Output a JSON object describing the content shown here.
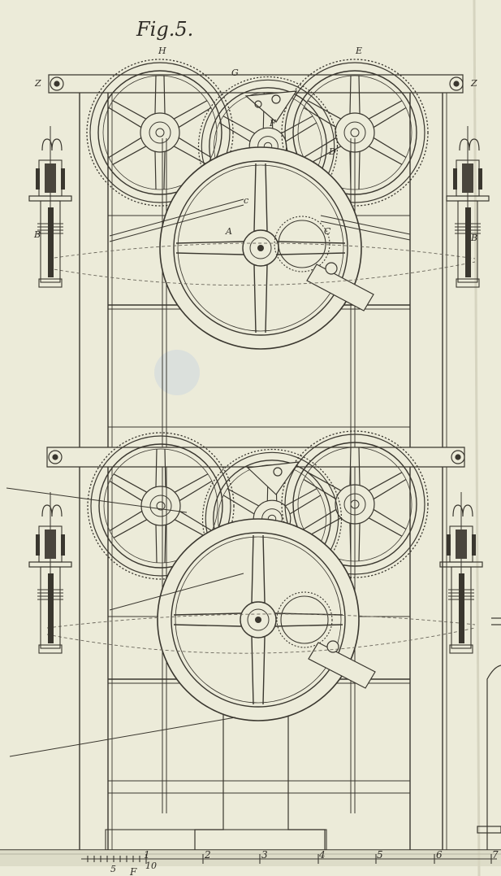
{
  "figure": {
    "title": "Fig.5.",
    "labels": {
      "H": "H",
      "G": "G",
      "E": "E",
      "F": "F",
      "D": "D",
      "A": "A",
      "C": "C",
      "c": "c",
      "Z_left": "Z",
      "Z_right": "Z",
      "B_left": "B",
      "B_right": "B"
    },
    "scale": {
      "ticks": [
        "1",
        "2",
        "3",
        "4",
        "5",
        "6",
        "7"
      ],
      "sub_labels": [
        "5",
        "10"
      ],
      "caption": "F"
    }
  },
  "colors": {
    "paper": "#ecebd9",
    "ink": "#3a372f",
    "ink_light": "#6b675c",
    "stain": "#c8d3df"
  }
}
